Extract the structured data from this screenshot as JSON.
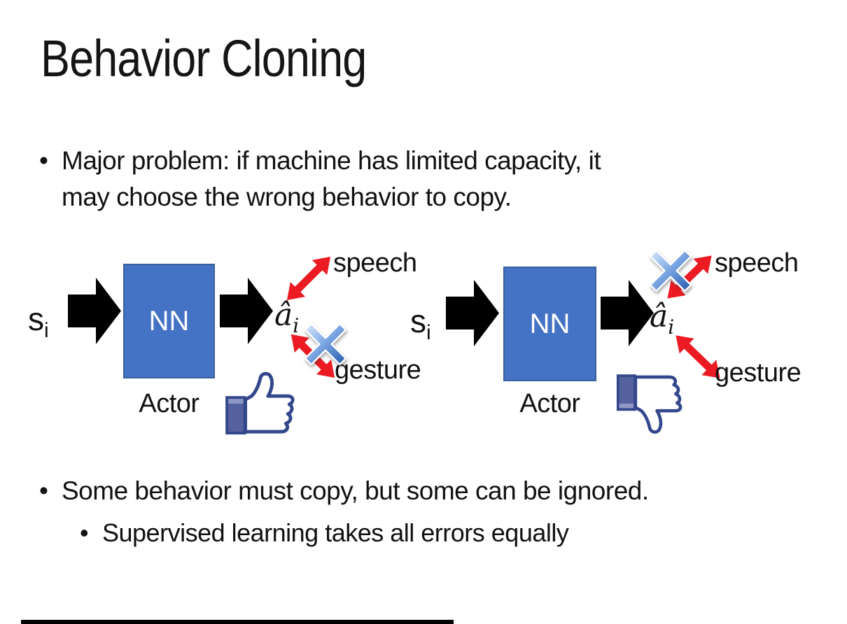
{
  "slide": {
    "title": "Behavior Cloning",
    "bullet_glyph": "•",
    "bullet1_line1": "Major problem: if machine has limited capacity, it",
    "bullet1_line2": "may choose the wrong behavior to copy.",
    "bullet2": "Some behavior must copy, but some can be ignored.",
    "bullet2_sub": "Supervised learning takes all errors equally"
  },
  "diagram_left": {
    "input_symbol": "s",
    "input_subscript": "i",
    "nn_label": "NN",
    "caption": "Actor",
    "output_symbol": "â",
    "output_subscript": "i",
    "branch_top_label": "speech",
    "branch_bottom_label": "gesture",
    "crossed_branch": "gesture",
    "feedback_icon": "thumbs-up"
  },
  "diagram_right": {
    "input_symbol": "s",
    "input_subscript": "i",
    "nn_label": "NN",
    "caption": "Actor",
    "output_symbol": "â",
    "output_subscript": "i",
    "branch_top_label": "speech",
    "branch_bottom_label": "gesture",
    "crossed_branch": "speech",
    "feedback_icon": "thumbs-down"
  },
  "colors": {
    "box_fill": "#4472C4",
    "box_border": "#3A5F9E",
    "nn_text": "#FFFFFF",
    "arrow_black": "#000000",
    "arrow_red": "#EC1B23",
    "cross_light": "#DCEBFC",
    "cross_mid": "#7FA9E4",
    "cross_dark": "#2158AB",
    "thumb_navy": "#32478C",
    "thumb_cuff": "#56629F",
    "text": "#111111"
  }
}
